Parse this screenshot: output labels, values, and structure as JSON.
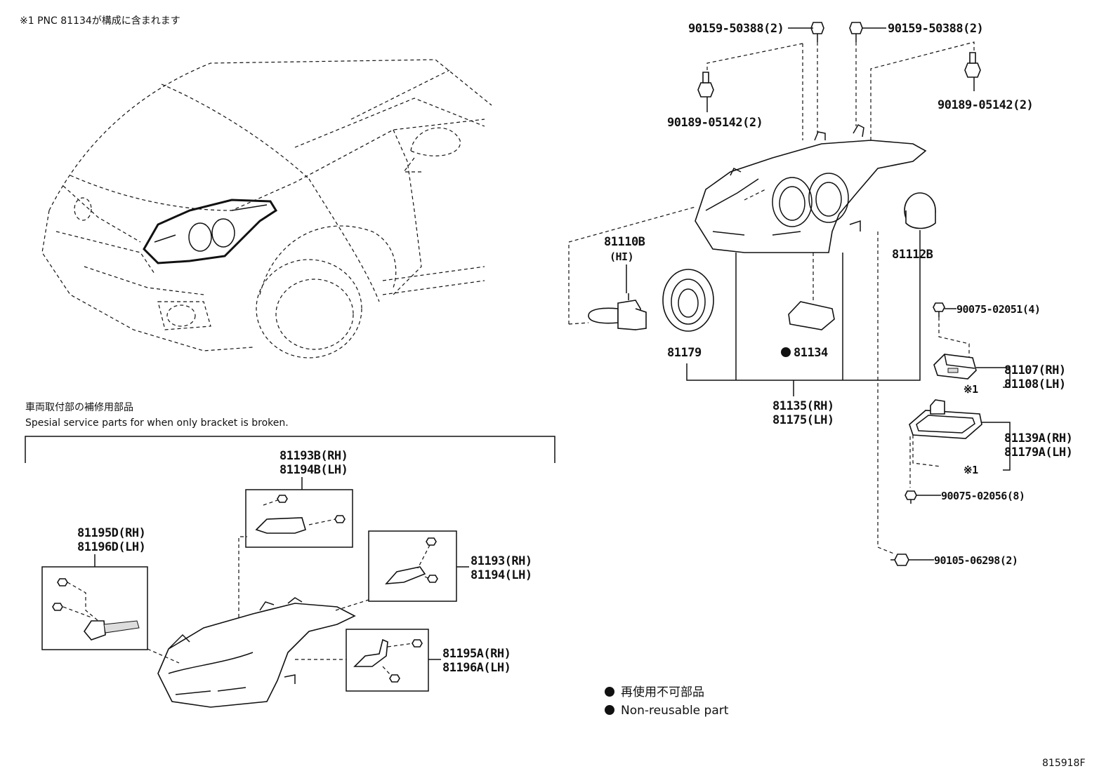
{
  "notes": {
    "pnc_note": "※1 PNC 81134が構成に含まれます",
    "bracket_title_jp": "車両取付部の補修用部品",
    "bracket_title_en": "Spesial service parts for when only bracket is broken."
  },
  "labels": {
    "p90159_left": "90159-50388(2)",
    "p90159_right": "90159-50388(2)",
    "p90189_left": "90189-05142(2)",
    "p90189_right": "90189-05142(2)",
    "p81110b": "81110B",
    "p81110b_sub": "(HI)",
    "p81112b": "81112B",
    "p81179": "81179",
    "p81134": "81134",
    "p81135": "81135(RH)",
    "p81175": "81175(LH)",
    "p90075_a": "90075-02051(4)",
    "p81107": "81107(RH)",
    "p81108": "81108(LH)",
    "ref1_a": "※1",
    "p81139a": "81139A(RH)",
    "p81179a": "81179A(LH)",
    "ref1_b": "※1",
    "p90075_b": "90075-02056(8)",
    "p90105": "90105-06298(2)",
    "p81193b": "81193B(RH)",
    "p81194b": "81194B(LH)",
    "p81195d": "81195D(RH)",
    "p81196d": "81196D(LH)",
    "p81193": "81193(RH)",
    "p81194": "81194(LH)",
    "p81195a": "81195A(RH)",
    "p81196a": "81196A(LH)"
  },
  "legend": {
    "jp": "再使用不可部品",
    "en": "Non-reusable part"
  },
  "figure_id": "815918F"
}
